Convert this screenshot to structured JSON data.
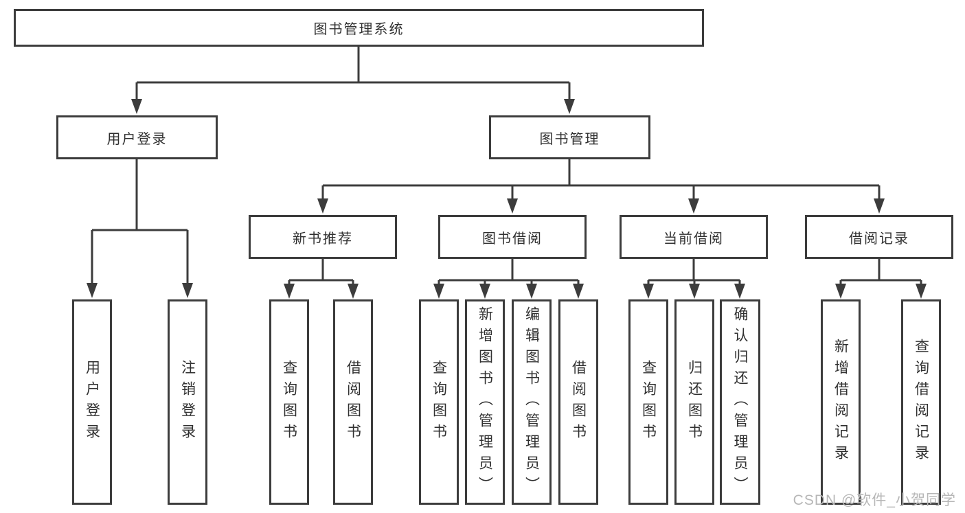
{
  "colors": {
    "line": "#3c3c3c",
    "box_background": "#ffffff",
    "text": "#303030",
    "watermark": "#b7b7b7",
    "page_background": "#ffffff"
  },
  "watermark": {
    "text": "CSDN @软件_小贺同学"
  },
  "tree": {
    "root": {
      "label": "图书管理系统"
    },
    "branches": [
      {
        "label": "用户登录",
        "children": [
          {
            "label": "用户登录"
          },
          {
            "label": "注销登录"
          }
        ]
      },
      {
        "label": "图书管理",
        "children": [
          {
            "label": "新书推荐",
            "children": [
              {
                "label": "查询图书"
              },
              {
                "label": "借阅图书"
              }
            ]
          },
          {
            "label": "图书借阅",
            "children": [
              {
                "label": "查询图书"
              },
              {
                "label": "新增图书（管理员）"
              },
              {
                "label": "编辑图书（管理员）"
              },
              {
                "label": "借阅图书"
              }
            ]
          },
          {
            "label": "当前借阅",
            "children": [
              {
                "label": "查询图书"
              },
              {
                "label": "归还图书"
              },
              {
                "label": "确认归还（管理员）"
              }
            ]
          },
          {
            "label": "借阅记录",
            "children": [
              {
                "label": "新增借阅记录"
              },
              {
                "label": "查询借阅记录"
              }
            ]
          }
        ]
      }
    ]
  }
}
